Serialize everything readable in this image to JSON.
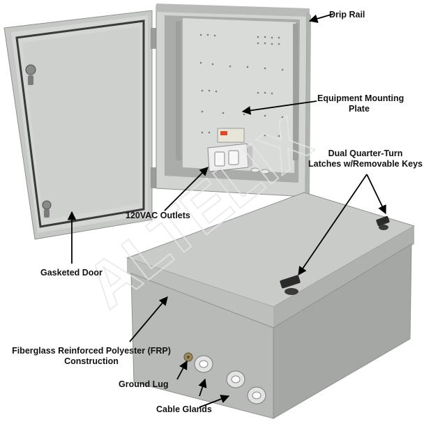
{
  "watermark": "ALTELIX",
  "colors": {
    "enclosure_gray": "#c9cbc9",
    "enclosure_dark": "#9fa29f",
    "background": "#ffffff",
    "arrow": "#000000"
  },
  "labels": {
    "drip_rail": "Drip Rail",
    "mounting_plate_line1": "Equipment Mounting",
    "mounting_plate_line2": "Plate",
    "latches_line1": "Dual Quarter-Turn",
    "latches_line2": "Latches w/Removable Keys",
    "outlets": "120VAC Outlets",
    "gasketed_door": "Gasketed Door",
    "frp_line1": "Fiberglass Reinforced Polyester (FRP)",
    "frp_line2": "Construction",
    "ground_lug": "Ground Lug",
    "cable_glands": "Cable Glands"
  }
}
